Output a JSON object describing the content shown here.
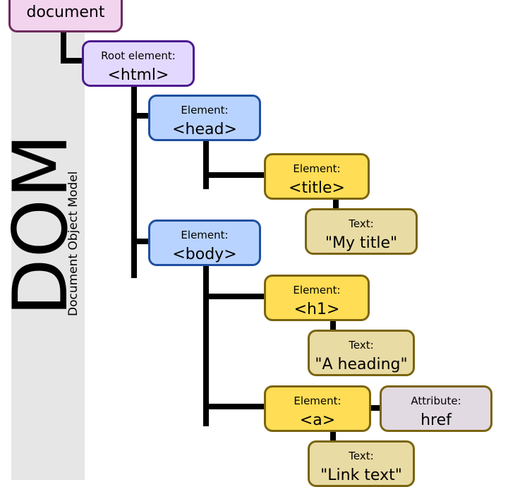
{
  "title": {
    "big": "DOM",
    "subtitle": "Document Object Model"
  },
  "nodes": {
    "document": {
      "tag": "document"
    },
    "html": {
      "kind": "Root element:",
      "tag": "<html>"
    },
    "head": {
      "kind": "Element:",
      "tag": "<head>"
    },
    "title": {
      "kind": "Element:",
      "tag": "<title>"
    },
    "title_text": {
      "kind": "Text:",
      "tag": "\"My title\""
    },
    "body": {
      "kind": "Element:",
      "tag": "<body>"
    },
    "h1": {
      "kind": "Element:",
      "tag": "<h1>"
    },
    "h1_text": {
      "kind": "Text:",
      "tag": "\"A heading\""
    },
    "a": {
      "kind": "Element:",
      "tag": "<a>"
    },
    "a_attr": {
      "kind": "Attribute:",
      "tag": "href"
    },
    "a_text": {
      "kind": "Text:",
      "tag": "\"Link text\""
    }
  },
  "colors": {
    "root": "#e3d9ff",
    "document": "#f3d4ee",
    "element_head_body": "#b8d3ff",
    "element_leaf": "#ffdd55",
    "text": "#e9dba4",
    "attribute": "#e2dae2"
  }
}
